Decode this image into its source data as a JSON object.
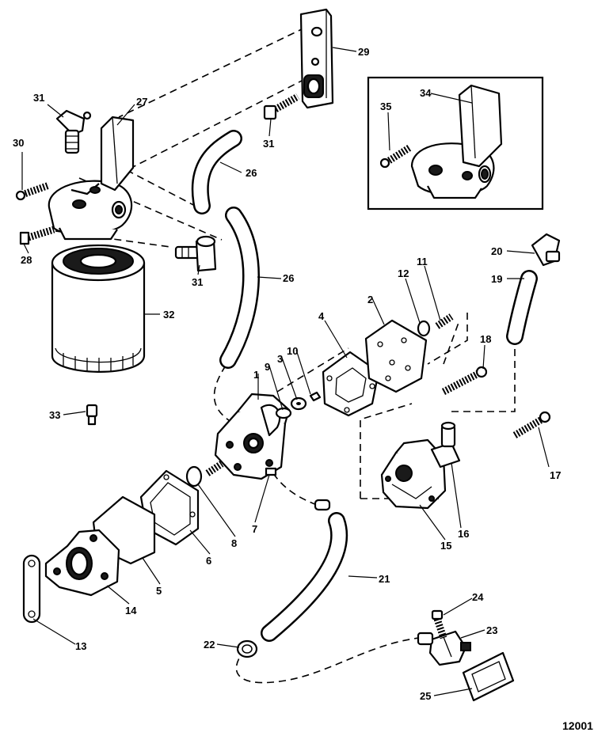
{
  "diagram": {
    "figure_id": "12001",
    "callouts": [
      {
        "key": "p1",
        "text": "1"
      },
      {
        "key": "p2",
        "text": "2"
      },
      {
        "key": "p3",
        "text": "3"
      },
      {
        "key": "p4",
        "text": "4"
      },
      {
        "key": "p5",
        "text": "5"
      },
      {
        "key": "p6",
        "text": "6"
      },
      {
        "key": "p7",
        "text": "7"
      },
      {
        "key": "p8",
        "text": "8"
      },
      {
        "key": "p9",
        "text": "9"
      },
      {
        "key": "p10",
        "text": "10"
      },
      {
        "key": "p11",
        "text": "11"
      },
      {
        "key": "p12",
        "text": "12"
      },
      {
        "key": "p13",
        "text": "13"
      },
      {
        "key": "p14",
        "text": "14"
      },
      {
        "key": "p15",
        "text": "15"
      },
      {
        "key": "p16",
        "text": "16"
      },
      {
        "key": "p17",
        "text": "17"
      },
      {
        "key": "p18",
        "text": "18"
      },
      {
        "key": "p19",
        "text": "19"
      },
      {
        "key": "p20",
        "text": "20"
      },
      {
        "key": "p21",
        "text": "21"
      },
      {
        "key": "p22",
        "text": "22"
      },
      {
        "key": "p23",
        "text": "23"
      },
      {
        "key": "p24",
        "text": "24"
      },
      {
        "key": "p25",
        "text": "25"
      },
      {
        "key": "p26a",
        "text": "26"
      },
      {
        "key": "p26b",
        "text": "26"
      },
      {
        "key": "p27",
        "text": "27"
      },
      {
        "key": "p28",
        "text": "28"
      },
      {
        "key": "p29",
        "text": "29"
      },
      {
        "key": "p30",
        "text": "30"
      },
      {
        "key": "p31a",
        "text": "31"
      },
      {
        "key": "p31b",
        "text": "31"
      },
      {
        "key": "p31c",
        "text": "31"
      },
      {
        "key": "p32",
        "text": "32"
      },
      {
        "key": "p33",
        "text": "33"
      },
      {
        "key": "p34",
        "text": "34"
      },
      {
        "key": "p35",
        "text": "35"
      }
    ]
  }
}
